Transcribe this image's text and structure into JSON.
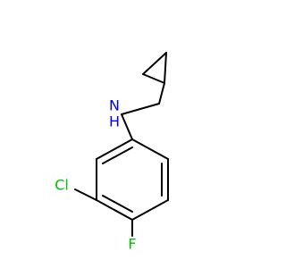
{
  "structure": {
    "atoms": {
      "nh": "N\nH",
      "cl": "Cl",
      "f": "F"
    },
    "colors": {
      "bond": "#000000",
      "nitrogen": "#0000ff",
      "chlorine": "#00c000",
      "fluorine": "#00c000"
    }
  }
}
